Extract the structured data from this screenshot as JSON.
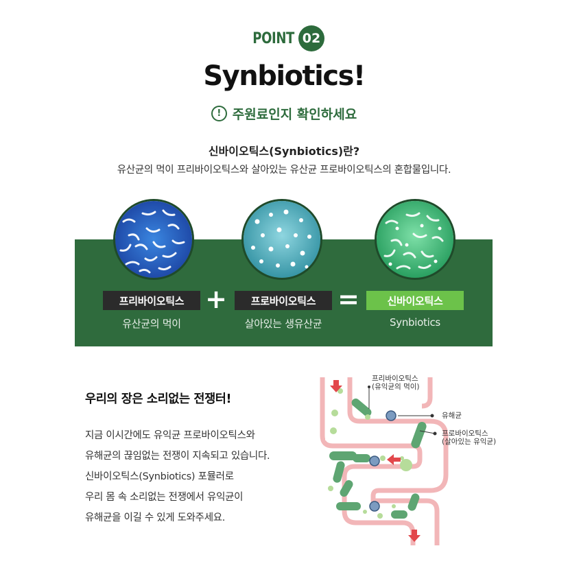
{
  "header": {
    "point_label": "POINT",
    "point_number": "02",
    "title": "Synbiotics!",
    "warning_icon": "!",
    "subtitle": "주원료인지 확인하세요"
  },
  "definition": {
    "question": "신바이오틱스(Synbiotics)란?",
    "description": "유산균의 먹이 프리바이오틱스와 살아있는 유산균 프로바이오틱스의 혼합물입니다."
  },
  "equation": {
    "items": [
      {
        "label": "프리바이오틱스",
        "sub": "유산균의 먹이",
        "box_color": "#2b2b2b"
      },
      {
        "label": "프로바이오틱스",
        "sub": "살아있는 생유산균",
        "box_color": "#2b2b2b"
      },
      {
        "label": "신바이오틱스",
        "sub": "Synbiotics",
        "box_color": "#6cc24a"
      }
    ],
    "plus": "+",
    "equals": "="
  },
  "battle": {
    "title": "우리의 장은 소리없는 전쟁터!",
    "lines": [
      "지금 이시간에도 유익균 프로바이오틱스와",
      "유해균의 끊임없는 전쟁이 지속되고 있습니다.",
      "신바이오틱스(Synbiotics) 포뮬러로",
      "우리 몸 속 소리없는 전쟁에서 유익균이",
      "유해균을 이길 수 있게 도와주세요."
    ]
  },
  "diagram": {
    "prebiotics_label": [
      "프리바이오틱스",
      "(유익균의 먹이)"
    ],
    "harmful_label": "유해균",
    "probiotics_label": [
      "프로바이오틱스",
      "(살아있는 유익균)"
    ]
  },
  "colors": {
    "brand_green": "#2d6b3c",
    "band_green": "#2f6b3d",
    "accent_green": "#6cc24a",
    "gut_pink": "#f2b6b8",
    "arrow_red": "#e2474b"
  }
}
